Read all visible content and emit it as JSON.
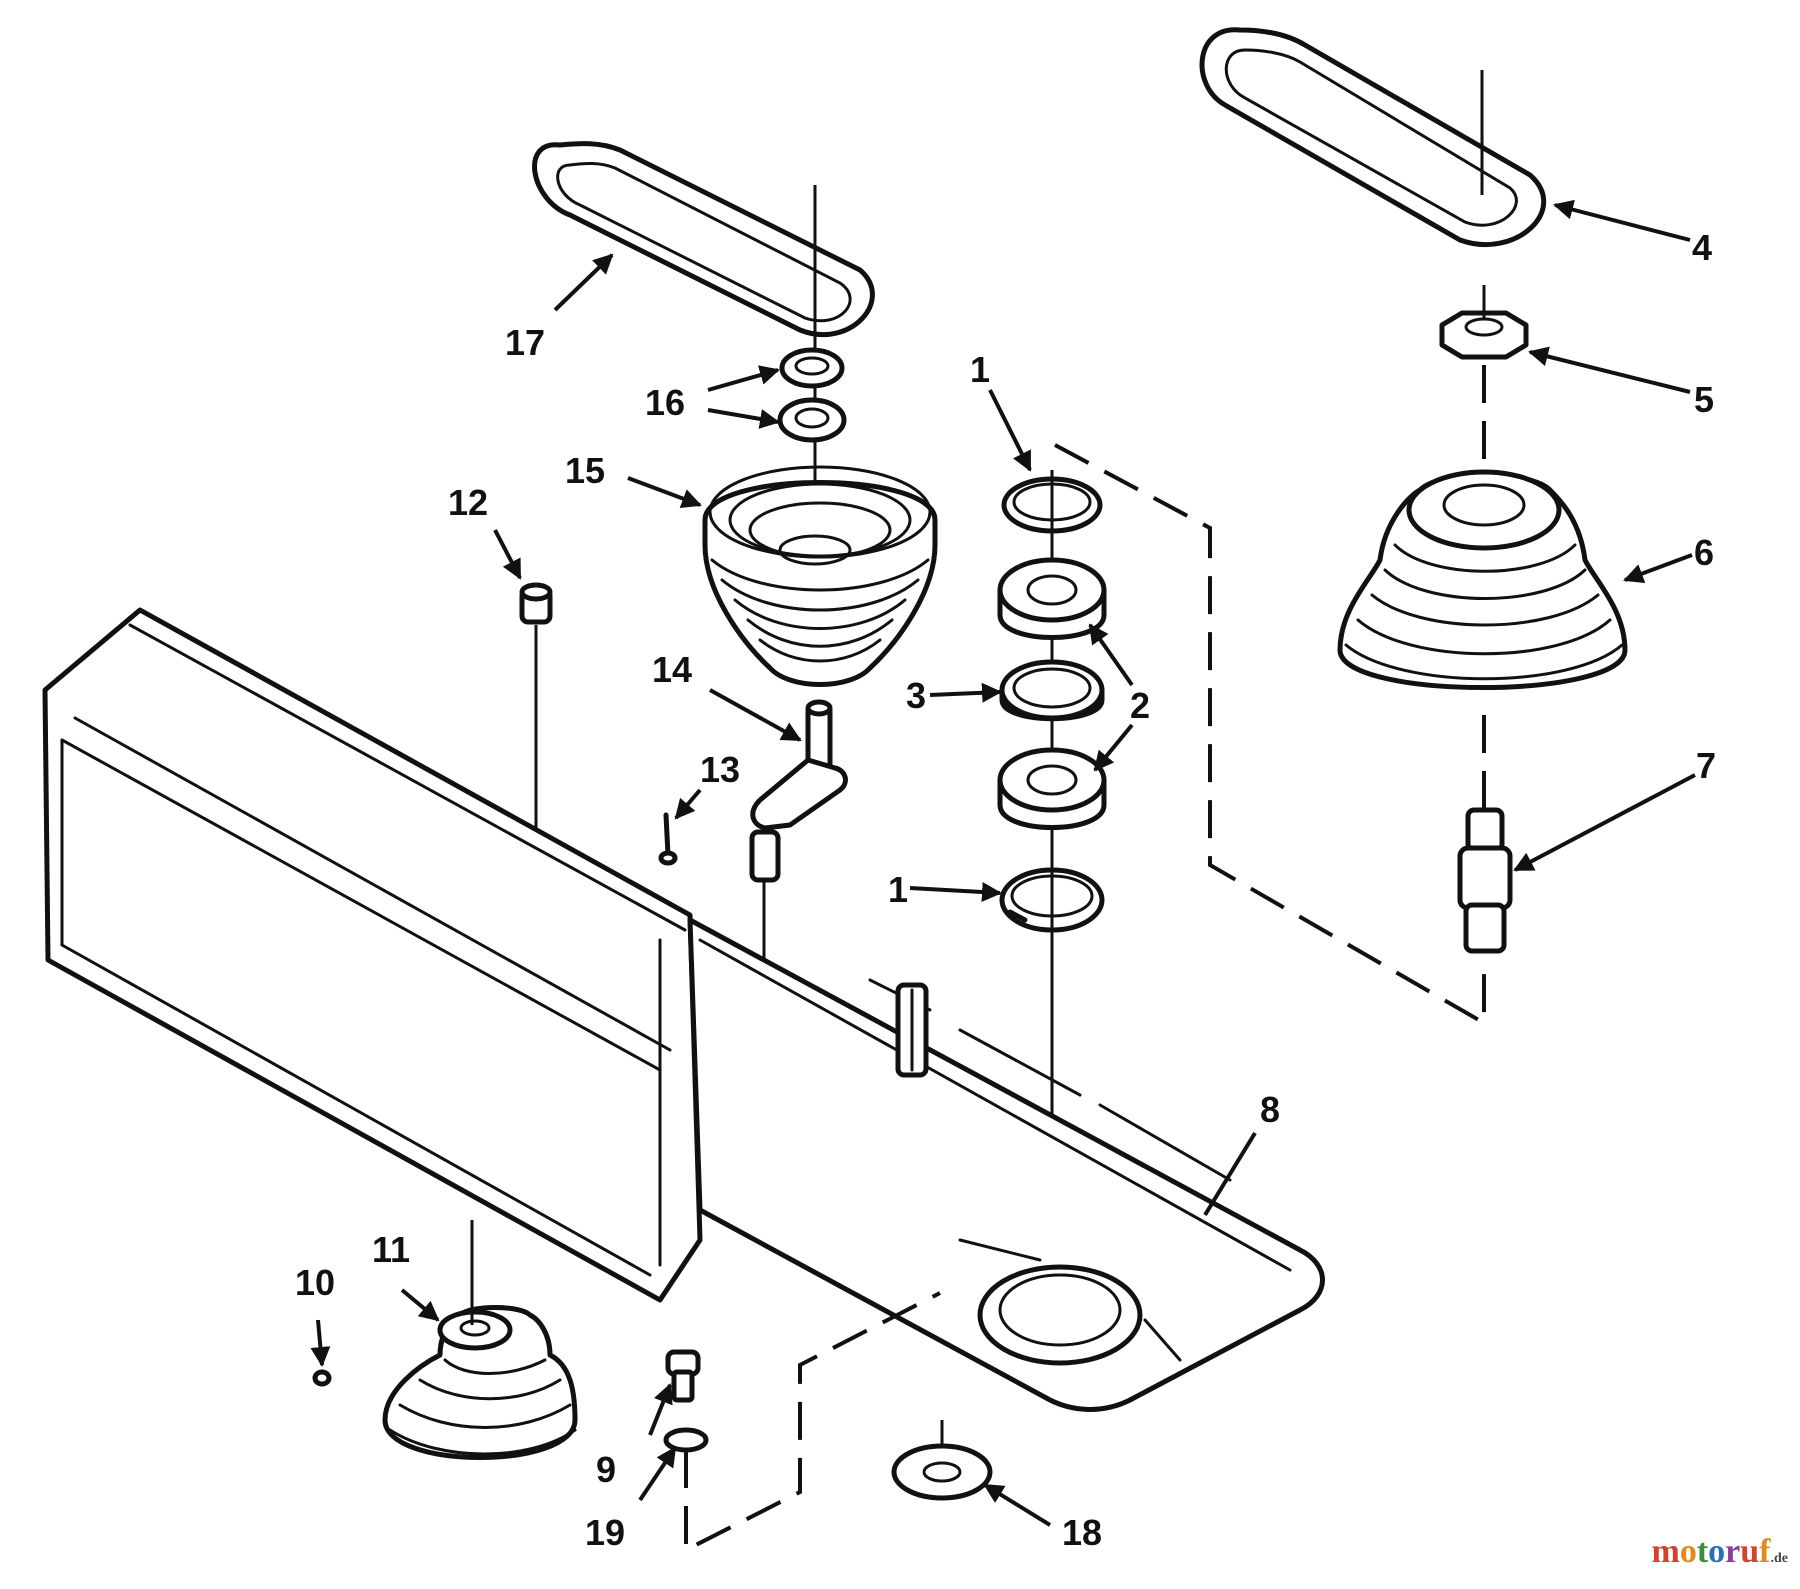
{
  "labels": {
    "p1a": "1",
    "p1b": "1",
    "p2": "2",
    "p3": "3",
    "p4": "4",
    "p5": "5",
    "p6": "6",
    "p7": "7",
    "p8": "8",
    "p9": "9",
    "p10": "10",
    "p11": "11",
    "p12": "12",
    "p13": "13",
    "p14": "14",
    "p15": "15",
    "p16": "16",
    "p17": "17",
    "p18": "18",
    "p19": "19"
  },
  "watermark": {
    "text": "motoruf",
    "suffix": ".de",
    "colors": [
      "#d6412e",
      "#e28a1e",
      "#3a8f3a",
      "#2c6fb5",
      "#8a3fa0"
    ]
  }
}
